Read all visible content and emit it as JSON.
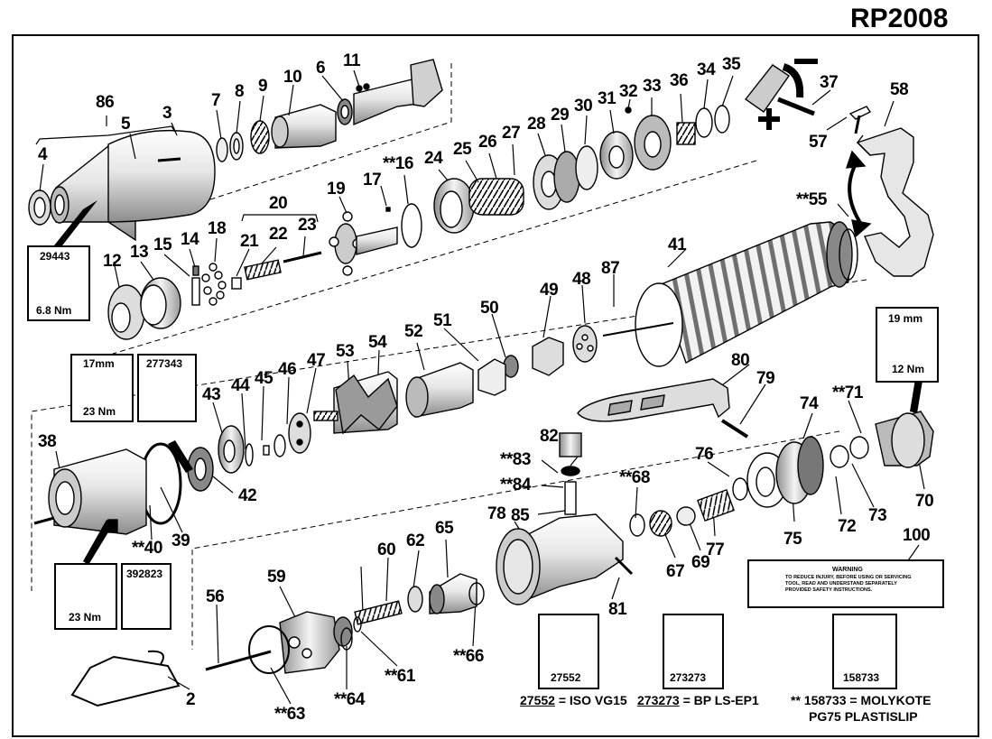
{
  "title": "RP2008",
  "part_numbers": [
    "86",
    "4",
    "5",
    "3",
    "7",
    "8",
    "9",
    "10",
    "6",
    "11",
    "12",
    "13",
    "15",
    "14",
    "18",
    "21",
    "22",
    "23",
    "20",
    "19",
    "17",
    "**16",
    "24",
    "25",
    "26",
    "27",
    "28",
    "29",
    "30",
    "31",
    "32",
    "33",
    "36",
    "34",
    "35",
    "37",
    "57",
    "58",
    "**55",
    "41",
    "87",
    "48",
    "49",
    "50",
    "51",
    "52",
    "54",
    "53",
    "47",
    "46",
    "45",
    "44",
    "43",
    "42",
    "38",
    "**40",
    "39",
    "80",
    "79",
    "82",
    "**83",
    "**84",
    "85",
    "**68",
    "76",
    "74",
    "**71",
    "72",
    "73",
    "75",
    "70",
    "77",
    "69",
    "67",
    "78",
    "81",
    "65",
    "62",
    "60",
    "59",
    "56",
    "**66",
    "**61",
    "**64",
    "**63",
    "2",
    "100"
  ],
  "tool_boxes": [
    {
      "id": "wrench-6-8",
      "code": "29443",
      "spec": "6.8 Nm"
    },
    {
      "id": "wrench-17",
      "size": "17mm",
      "spec": "23 Nm"
    },
    {
      "id": "tool-277343",
      "code": "277343"
    },
    {
      "id": "wrench-23",
      "spec": "23 Nm"
    },
    {
      "id": "tool-392823",
      "code": "392823"
    },
    {
      "id": "wrench-19",
      "size": "19 mm",
      "spec": "12 Nm"
    }
  ],
  "lubricants": [
    {
      "code": "27552",
      "legend_code": "27552",
      "legend_rest": " = ISO VG15"
    },
    {
      "code": "273273",
      "legend_code": "273273",
      "legend_rest": " = BP LS-EP1"
    },
    {
      "code": "158733",
      "legend_line1": "** 158733 = MOLYKOTE",
      "legend_line2": "PG75 PLASTISLIP"
    }
  ],
  "warning_label": {
    "heading": "WARNING",
    "text": "TO REDUCE INJURY, BEFORE USING OR SERVICING TOOL, READ AND UNDERSTAND SEPARATELY PROVIDED SAFETY INSTRUCTIONS."
  },
  "colors": {
    "ink": "#000000",
    "paper": "#ffffff",
    "shade": "#9a9a9a",
    "light": "#d6d6d6"
  }
}
